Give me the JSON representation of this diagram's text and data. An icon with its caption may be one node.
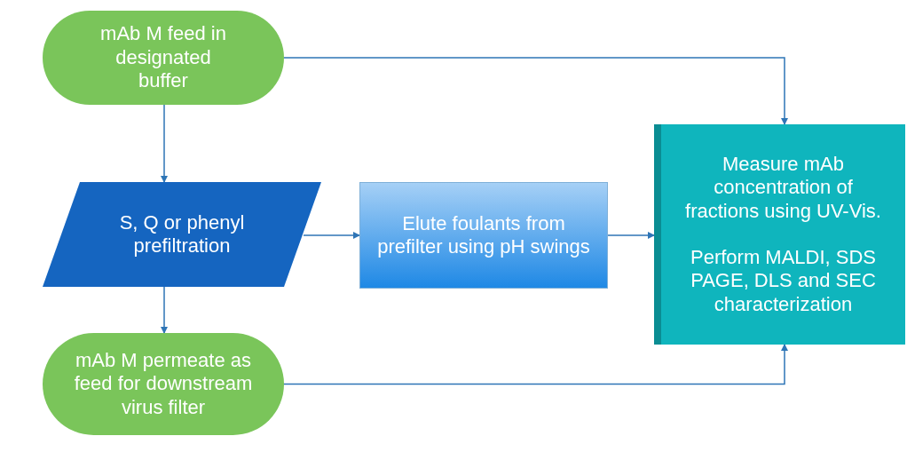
{
  "diagram": {
    "nodes": [
      {
        "text": [
          "mAb M feed in designated buffer"
        ]
      },
      {
        "text": [
          "S, Q or phenyl prefiltration"
        ]
      },
      {
        "text": [
          "Elute foulants from prefilter using pH swings"
        ]
      },
      {
        "text": [
          "Measure mAb concentration of fractions using UV-Vis.",
          "Perform MALDI, SDS PAGE, DLS and SEC characterization"
        ]
      },
      {
        "text": [
          "mAb M permeate as feed for downstream virus filter"
        ]
      }
    ],
    "edges": [
      {
        "from": 0,
        "to": 1,
        "arrow": "to"
      },
      {
        "from": 0,
        "to": 3,
        "arrow": "to"
      },
      {
        "from": 1,
        "to": 2,
        "arrow": "to"
      },
      {
        "from": 2,
        "to": 3,
        "arrow": "to"
      },
      {
        "from": 1,
        "to": 4,
        "arrow": "to"
      },
      {
        "from": 4,
        "to": 3,
        "arrow": "to"
      }
    ]
  }
}
